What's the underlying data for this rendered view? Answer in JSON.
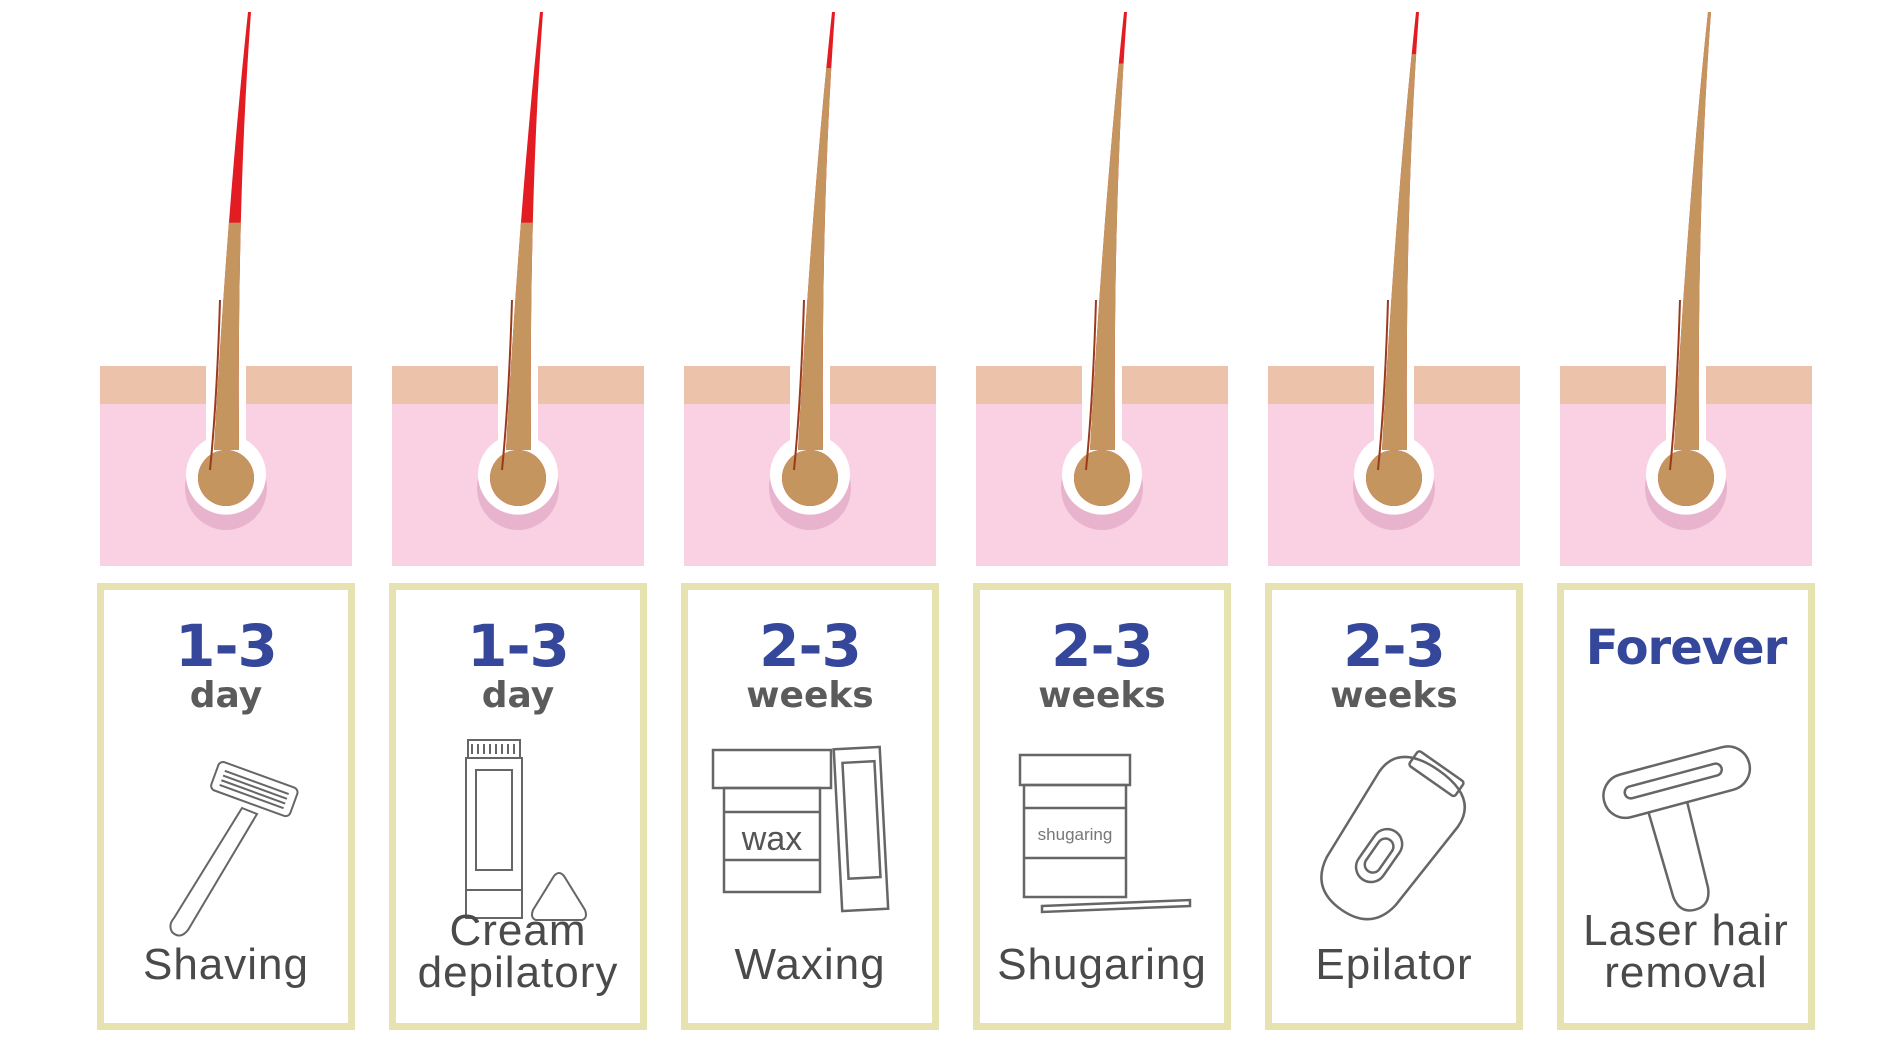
{
  "colors": {
    "hair_red": "#e31b23",
    "hair_brown": "#c4955f",
    "skin_top": "#ecc3aa",
    "skin": "#f9d1e3",
    "border": "#e6e3b0",
    "number": "#34479a",
    "unit": "#5b5b5b"
  },
  "methods": [
    {
      "duration": "1-3",
      "unit": "day",
      "label": [
        "Shaving"
      ],
      "icon": "razor-icon",
      "brown_from_fraction": 0.55
    },
    {
      "duration": "1-3",
      "unit": "day",
      "label": [
        "Cream",
        "depilatory"
      ],
      "icon": "cream-tube-icon",
      "brown_from_fraction": 0.55
    },
    {
      "duration": "2-3",
      "unit": "weeks",
      "label": [
        "Waxing"
      ],
      "icon": "wax-jar-icon",
      "icon_text": "wax",
      "brown_from_fraction": 0.88
    },
    {
      "duration": "2-3",
      "unit": "weeks",
      "label": [
        "Shugaring"
      ],
      "icon": "sugar-jar-icon",
      "icon_text": "shugaring",
      "brown_from_fraction": 0.89
    },
    {
      "duration": "2-3",
      "unit": "weeks",
      "label": [
        "Epilator"
      ],
      "icon": "epilator-icon",
      "brown_from_fraction": 0.91
    },
    {
      "duration": "Forever",
      "unit": "",
      "label": [
        "Laser hair",
        "removal"
      ],
      "icon": "laser-device-icon",
      "brown_from_fraction": 1.0
    }
  ]
}
